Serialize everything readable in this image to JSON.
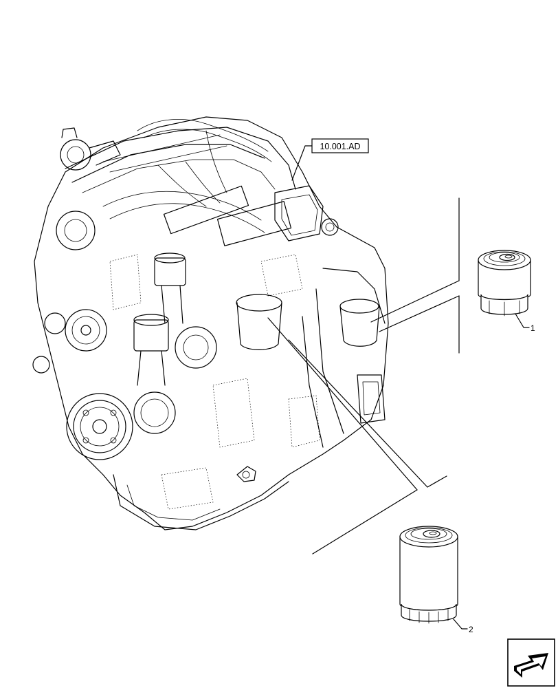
{
  "reference_label": "10.001.AD",
  "callouts": [
    {
      "id": "1",
      "label": "1"
    },
    {
      "id": "2",
      "label": "2"
    }
  ],
  "nav_icon": "next-page-arrow-icon"
}
